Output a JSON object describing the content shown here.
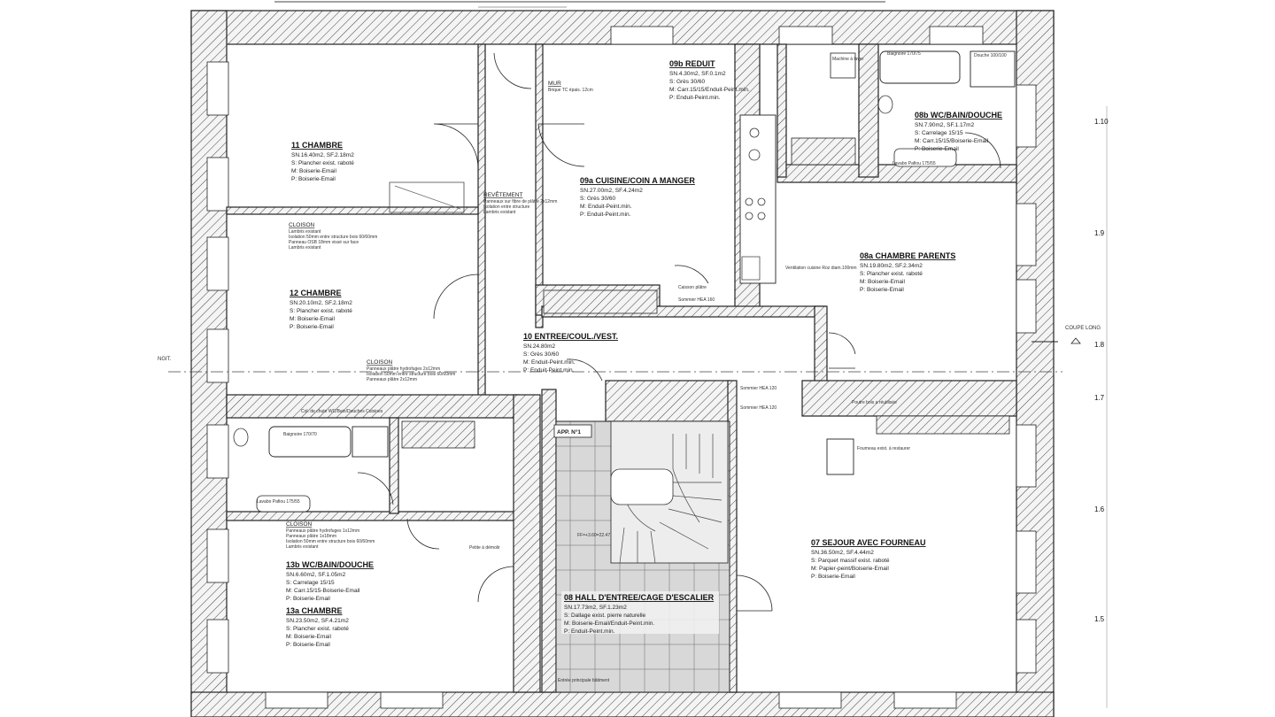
{
  "rooms": {
    "r11": {
      "title": "11 CHAMBRE",
      "lines": [
        "SN.16.40m2, SF.2.18m2",
        "S: Plancher exist. raboté",
        "M: Boiserie-Email",
        "P: Boiserie-Email"
      ]
    },
    "r12": {
      "title": "12 CHAMBRE",
      "lines": [
        "SN.20.10m2, SF.2.18m2",
        "S: Plancher exist. raboté",
        "M: Boiserie-Email",
        "P: Boiserie-Email"
      ]
    },
    "r09b": {
      "title": "09b REDUIT",
      "lines": [
        "SN.4.30m2, SF.0.1m2",
        "S: Grès 30/60",
        "M: Carr.15/15/Enduit-Peint.min.",
        "P: Enduit-Peint.min."
      ]
    },
    "r09a": {
      "title": "09a CUISINE/COIN A MANGER",
      "lines": [
        "SN.27.00m2, SF.4.24m2",
        "S: Grès 30/60",
        "M: Enduit-Peint.min.",
        "P: Enduit-Peint.min."
      ]
    },
    "r08b": {
      "title": "08b WC/BAIN/DOUCHE",
      "lines": [
        "SN.7.90m2, SF.1.17m2",
        "S: Carrelage 15/15",
        "M: Carr.15/15/Boiserie-Email",
        "P: Boiserie-Email"
      ]
    },
    "r08a": {
      "title": "08a CHAMBRE PARENTS",
      "lines": [
        "SN.19.80m2, SF.2.34m2",
        "S: Plancher exist. raboté",
        "M: Boiserie-Email",
        "P: Boiserie-Email"
      ]
    },
    "r10": {
      "title": "10 ENTREE/COUL./VEST.",
      "lines": [
        "SN.24.80m2",
        "S: Grès 30/60",
        "M: Enduit-Peint.min.",
        "P: Enduit-Peint.min."
      ]
    },
    "r13b": {
      "title": "13b WC/BAIN/DOUCHE",
      "lines": [
        "SN.6.60m2, SF.1.05m2",
        "S: Carrelage 15/15",
        "M: Carr.15/15-Boiserie-Email",
        "P: Boiserie-Email"
      ]
    },
    "r13a": {
      "title": "13a CHAMBRE",
      "lines": [
        "SN.23.50m2, SF.4.21m2",
        "S: Plancher exist. raboté",
        "M: Boiserie-Email",
        "P: Boiserie-Email"
      ]
    },
    "r07": {
      "title": "07 SEJOUR AVEC FOURNEAU",
      "lines": [
        "SN.36.50m2, SF.4.44m2",
        "S: Parquet massif exist. raboté",
        "M: Papier-peint/Boiserie-Email",
        "P: Boiserie-Email"
      ]
    },
    "r08": {
      "title": "08 HALL D'ENTREE/CAGE D'ESCALIER",
      "lines": [
        "SN.17.73m2, SF.1.23m2",
        "S: Dallage exist. pierre naturelle",
        "M: Boiserie-Email/Enduit-Peint.min.",
        "P: Enduit-Peint.min."
      ]
    }
  },
  "notes": {
    "cloison1_title": "CLOISON",
    "cloison1_lines": [
      "Lambris existant",
      "Isolation 50mm entre structure bois 60/60mm",
      "Panneau OSB 18mm vissé sur face",
      "Lambris existant"
    ],
    "cloison2_title": "CLOISON",
    "cloison2_lines": [
      "Panneaux plâtre hydrofuges 2x12mm",
      "Isolation 50mm entre structure bois 60/60mm",
      "Panneaux plâtre 2x12mm"
    ],
    "cloison3_title": "CLOISON",
    "cloison3_lines": [
      "Panneaux plâtre hydrofuges 1x12mm",
      "Panneaux plâtre 1x18mm",
      "Isolation 50mm entre structure bois 60/60mm",
      "Lambris existant"
    ],
    "revetement_title": "REVÊTEMENT",
    "revetement_lines": [
      "Panneaux sur fibre de plâtre 2x12mm",
      "Isolation entre structure",
      "Lambris existant"
    ],
    "mur_title": "MUR",
    "mur_line": "Brique TC épais. 12cm",
    "appartement": "APP. N°1",
    "baignoire1": "Baignoire 170/75",
    "baignoire2": "Baignoire 170/70",
    "douche": "Douche 100/100",
    "lavabo1": "Lavabo Pafiou 175/55",
    "lavabo2": "Lavabo Pafiou 175/55",
    "fourneau": "Fourneau exist. à restaurer",
    "entree": "Entrée principale bâtiment",
    "ventilation": "Ventilation cuisine Roz diam.100mm",
    "sommier": "Sommier HEA 160",
    "caisson": "Caisson plâtre",
    "hea1": "Sommier HEA 120",
    "hea2": "Sommier HEA 120",
    "poutre": "Poutre bois a réutilisée",
    "col": "Col. de chute WC/Bain/Douches Cuisines",
    "machine": "Machine à laver",
    "ff": "FF=+3.60=22.47",
    "fenetre": "Petite à démolir"
  },
  "axes": {
    "right": [
      "1.10",
      "1.9",
      "1.8",
      "1.7",
      "1.6",
      "1.5"
    ],
    "coupe": "COUPE LONG",
    "left_cut": "NGIT."
  }
}
